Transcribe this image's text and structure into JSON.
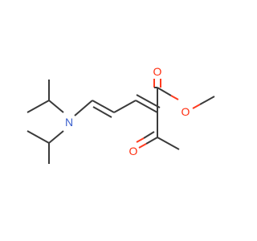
{
  "molecule": {
    "atoms": {
      "nitrogen": "N",
      "carbonyl_oxygen_ester": "O",
      "ether_oxygen": "O",
      "ketone_oxygen": "O"
    },
    "colors": {
      "bond": "#3a3a3a",
      "nitrogen": "#3a5fcd",
      "oxygen": "#ff2d0f"
    }
  }
}
